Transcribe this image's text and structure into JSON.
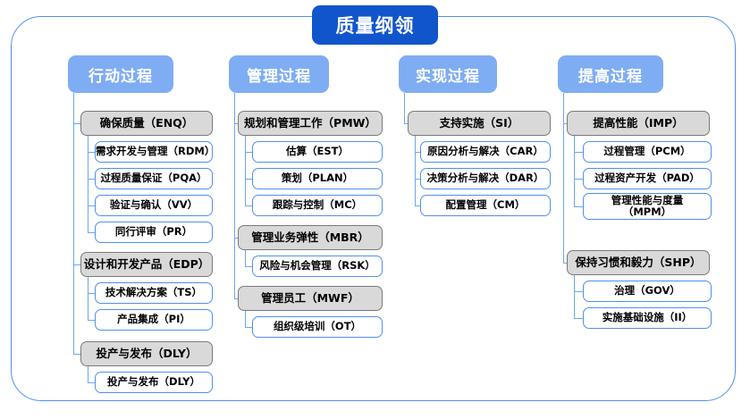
{
  "diagram": {
    "root": {
      "label": "质量纲领"
    },
    "colors": {
      "root_fill": "#1155cc",
      "header_fill": "#7fadf3",
      "group_fill": "#d9d9d9",
      "group_border": "#7a7a7a",
      "leaf_border": "#4d90f0",
      "frame_border": "#4d90f0",
      "connector": "#6fa6ef"
    },
    "columns": [
      {
        "header": "行动过程",
        "groups": [
          {
            "label": "确保质量（ENQ）",
            "children": [
              "需求开发与管理（RDM）",
              "过程质量保证（PQA）",
              "验证与确认（VV）",
              "同行评审（PR）"
            ]
          },
          {
            "label": "设计和开发产品（EDP）",
            "children": [
              "技术解决方案（TS）",
              "产品集成（PI）"
            ]
          },
          {
            "label": "投产与发布（DLY）",
            "children": [
              "投产与发布（DLY）"
            ]
          }
        ]
      },
      {
        "header": "管理过程",
        "groups": [
          {
            "label": "规划和管理工作（PMW）",
            "children": [
              "估算（EST）",
              "策划（PLAN）",
              "跟踪与控制（MC）"
            ]
          },
          {
            "label": "管理业务弹性（MBR）",
            "children": [
              "风险与机会管理（RSK）"
            ]
          },
          {
            "label": "管理员工（MWF）",
            "children": [
              "组织级培训（OT）"
            ]
          }
        ]
      },
      {
        "header": "实现过程",
        "groups": [
          {
            "label": "支持实施（SI）",
            "children": [
              "原因分析与解决（CAR）",
              "决策分析与解决（DAR）",
              "配置管理（CM）"
            ]
          }
        ]
      },
      {
        "header": "提高过程",
        "groups": [
          {
            "label": "提高性能（IMP）",
            "children": [
              "过程管理（PCM）",
              "过程资产开发（PAD）",
              "管理性能与度量（MPM）"
            ]
          },
          {
            "label": "保持习惯和毅力（SHP）",
            "children": [
              "治理（GOV）",
              "实施基础设施（II）"
            ]
          }
        ]
      }
    ]
  }
}
